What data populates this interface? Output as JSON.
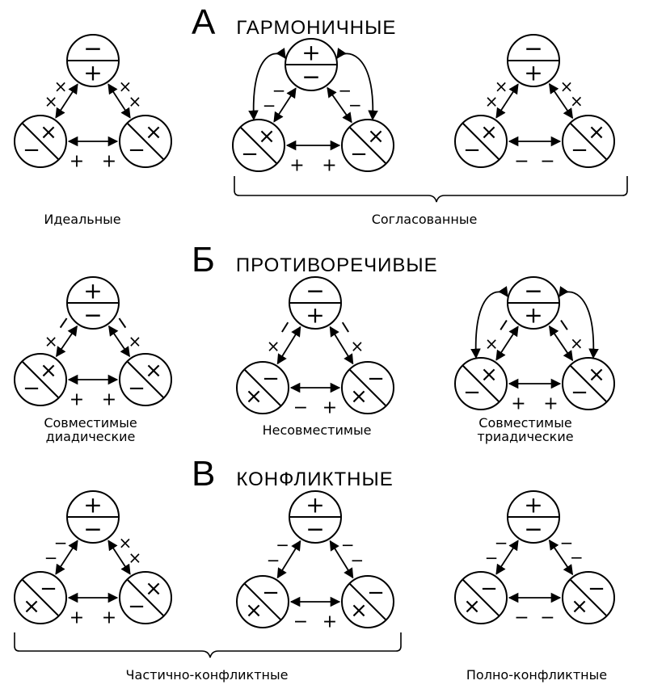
{
  "sections": [
    {
      "letter": "А",
      "title": "ГАРМОНИЧНЫЕ"
    },
    {
      "letter": "Б",
      "title": "ПРОТИВОРЕЧИВЫЕ"
    },
    {
      "letter": "В",
      "title": "КОНФЛИКТНЫЕ"
    }
  ],
  "captions": {
    "ideal": "Идеальные",
    "consistent": "Согласованные",
    "compat_dyadic": "Совместимые\nдиадические",
    "incompatible": "Несовместимые",
    "compat_triadic": "Совместимые\nтриадические",
    "partial": "Частично-конфликтные",
    "full": "Полно-конфликтные"
  },
  "diagrams": [
    {
      "top": [
        "−",
        "+"
      ],
      "left": [
        "×",
        "−"
      ],
      "right": [
        "×",
        "−"
      ],
      "lt": "+",
      "rt": "+",
      "base": "+",
      "ar": false
    },
    {
      "top": [
        "+",
        "−"
      ],
      "left": [
        "×",
        "−"
      ],
      "right": [
        "×",
        "−"
      ],
      "lt": "−",
      "rt": "−",
      "base": "+",
      "ar": true
    },
    {
      "top": [
        "−",
        "+"
      ],
      "left": [
        "×",
        "−"
      ],
      "right": [
        "×",
        "−"
      ],
      "lt": "+",
      "rt": "+",
      "base": "−",
      "ar": false
    },
    {
      "top": [
        "+",
        "−"
      ],
      "left": [
        "×",
        "−"
      ],
      "right": [
        "×",
        "−"
      ],
      "lt": "±",
      "rt": "±",
      "base": "+",
      "ar": false
    },
    {
      "top": [
        "−",
        "+"
      ],
      "left": [
        "−",
        "×"
      ],
      "right": [
        "−",
        "×"
      ],
      "lt": "±",
      "rt": "±",
      "base": "±",
      "ar": false
    },
    {
      "top": [
        "−",
        "+"
      ],
      "left": [
        "×",
        "−"
      ],
      "right": [
        "×",
        "−"
      ],
      "lt": "±",
      "rt": "±",
      "base": "+",
      "ar": true
    },
    {
      "top": [
        "+",
        "−"
      ],
      "left": [
        "−",
        "×"
      ],
      "right": [
        "×",
        "−"
      ],
      "lt": "−",
      "rt": "+",
      "base": "+",
      "ar": false
    },
    {
      "top": [
        "+",
        "−"
      ],
      "left": [
        "−",
        "×"
      ],
      "right": [
        "−",
        "×"
      ],
      "lt": "−",
      "rt": "−",
      "base": "±",
      "ar": false
    },
    {
      "top": [
        "+",
        "−"
      ],
      "left": [
        "−",
        "×"
      ],
      "right": [
        "−",
        "×"
      ],
      "lt": "−",
      "rt": "−",
      "base": "−",
      "ar": false
    }
  ]
}
